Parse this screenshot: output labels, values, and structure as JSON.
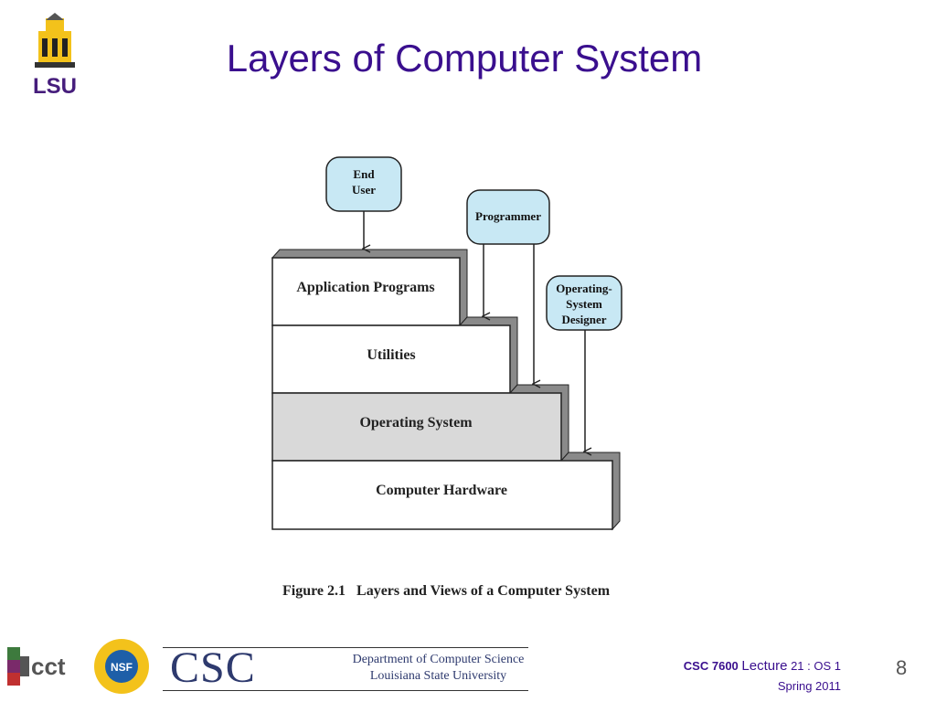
{
  "slide": {
    "title": "Layers of Computer System",
    "page_number": "8"
  },
  "diagram": {
    "layers": [
      {
        "label": "Application Programs"
      },
      {
        "label": "Utilities"
      },
      {
        "label": "Operating System",
        "highlight": true
      },
      {
        "label": "Computer Hardware"
      }
    ],
    "views": [
      {
        "line1": "End",
        "line2": "User"
      },
      {
        "line1": "Programmer"
      },
      {
        "line1": "Operating-",
        "line2": "System",
        "line3": "Designer"
      }
    ],
    "caption": "Figure 2.1   Layers and Views of a Computer System",
    "colors": {
      "bubble_fill": "#c8e8f4",
      "highlight_layer": "#d9d9d9",
      "shadow": "#8a8a8a"
    }
  },
  "footer": {
    "csc_logo": "CSC",
    "dept_line1": "Department of Computer Science",
    "dept_line2": "Louisiana State University",
    "course_code": "CSC 7600",
    "course_word": "Lecture",
    "course_rest": "21 : OS 1",
    "term": "Spring 2011",
    "logos": [
      "lsu-logo",
      "cct-logo",
      "nsf-logo"
    ]
  },
  "colors": {
    "title": "#3a0f8e",
    "lsu_purple": "#461d7c",
    "lsu_gold": "#fdd023"
  }
}
